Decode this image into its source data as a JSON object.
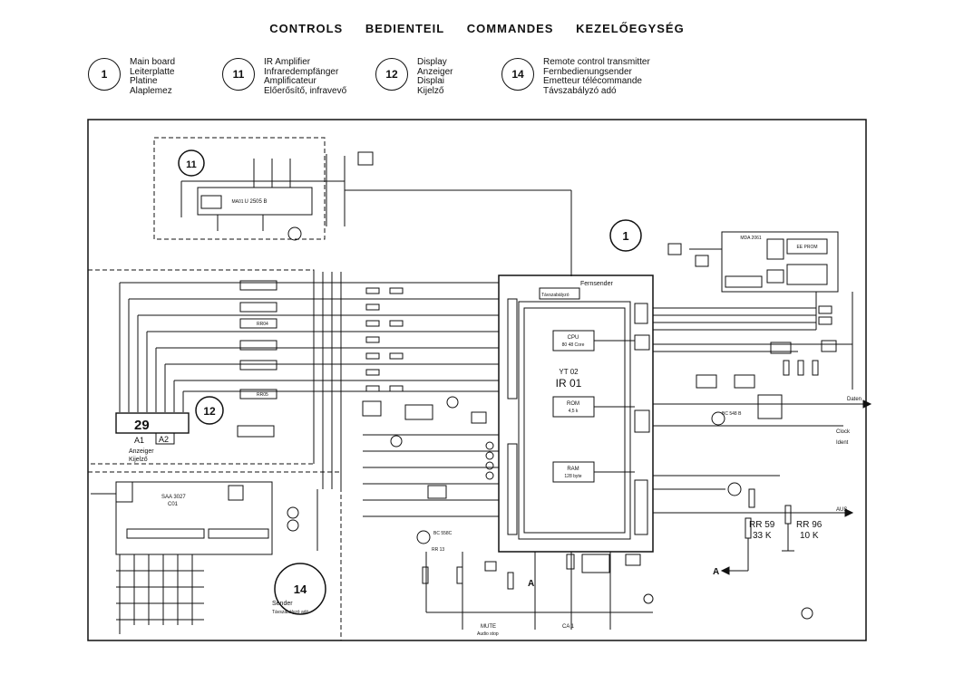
{
  "title": [
    "CONTROLS",
    "BEDIENTEIL",
    "COMMANDES",
    "KEZELŐEGYSÉG"
  ],
  "legend": [
    {
      "num": "1",
      "lines": [
        "Main board",
        "Leiterplatte",
        "Platine",
        "Alaplemez"
      ]
    },
    {
      "num": "11",
      "lines": [
        "IR Amplifier",
        "Infraredempfänger",
        "Amplificateur",
        "Előerősítő, infravevő"
      ]
    },
    {
      "num": "12",
      "lines": [
        "Display",
        "Anzeiger",
        "Displai",
        "Kijelző"
      ]
    },
    {
      "num": "14",
      "lines": [
        "Remote control transmitter",
        "Fernbedienungsender",
        "Emetteur télécommande",
        "Távszabályzó adó"
      ]
    }
  ],
  "diagram": {
    "board_1": "1",
    "board_11": "11",
    "board_12": "12",
    "board_14": "14",
    "ic_ir01_line1": "YT 02",
    "ic_ir01_line2": "IR 01",
    "fernsender": "Fernsender",
    "taviranyito": "Távszabályzó",
    "cpu": "CPU",
    "cpu_sub": "80 48 Core",
    "rom": "ROM",
    "rom_sub": "4,5 k",
    "ram": "RAM",
    "ram_sub": "128 byte",
    "display_value": "29",
    "display_a1": "A1",
    "display_a2": "A2",
    "anzeiger": "Anzeiger",
    "kijelzo": "Kijelző",
    "ir_amp_ic": "U 2505 B",
    "ir_amp_ref": "MA01",
    "ee_prom": "EE PROM",
    "mda": "MDA 2061",
    "sender": "Sender",
    "sender_sub": "Távszabályzó adó",
    "saa": "SAA 3027",
    "co1": "C01",
    "rr59": "RR 59",
    "rr59_val": "33 K",
    "rr96": "RR 96",
    "rr96_val": "10 K",
    "arrow_a": "A",
    "arrow_a2": "A",
    "daten": "Daten",
    "clock": "Clock",
    "ident": "Ident",
    "aus": "AUS",
    "mute": "MUTE",
    "mute_sub": "Audio stop",
    "ca": "CA 1",
    "rr04": "RR04",
    "rr05": "RR05",
    "rr13": "RR 13",
    "bc548": "BC 548 B",
    "bc558": "BC 558C"
  }
}
